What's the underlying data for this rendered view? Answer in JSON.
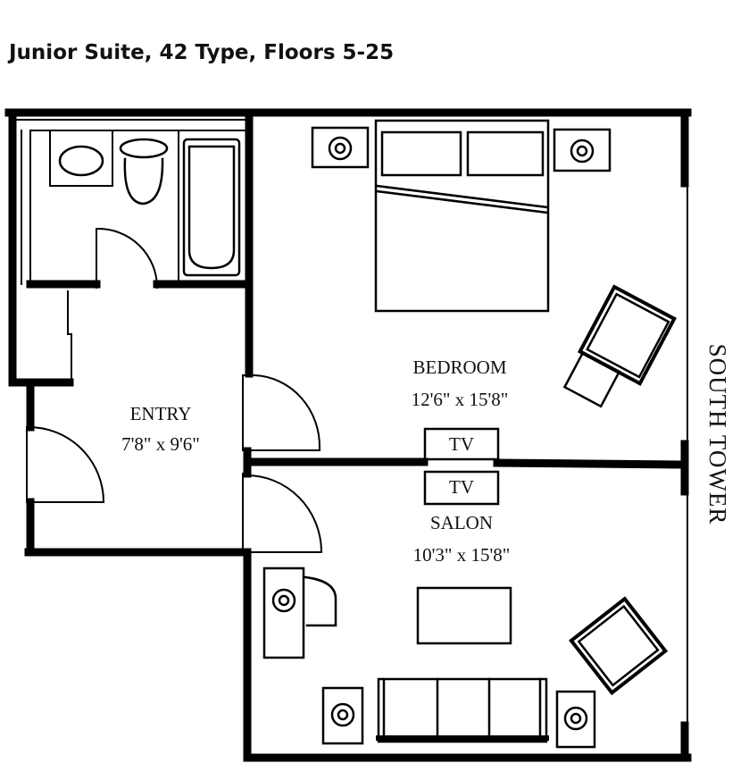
{
  "page": {
    "title": "Junior Suite, 42 Type, Floors 5-25"
  },
  "rooms": {
    "bedroom": {
      "name": "BEDROOM",
      "dimensions": "12'6\" x 15'8\""
    },
    "entry": {
      "name": "ENTRY",
      "dimensions": "7'8\" x 9'6\""
    },
    "salon": {
      "name": "SALON",
      "dimensions": "10'3\" x 15'8\""
    }
  },
  "fixtures": {
    "tv_bedroom": "TV",
    "tv_salon": "TV"
  },
  "orientation": {
    "side_label": "SOUTH TOWER"
  },
  "colors": {
    "line": "#000000",
    "background": "#ffffff"
  }
}
